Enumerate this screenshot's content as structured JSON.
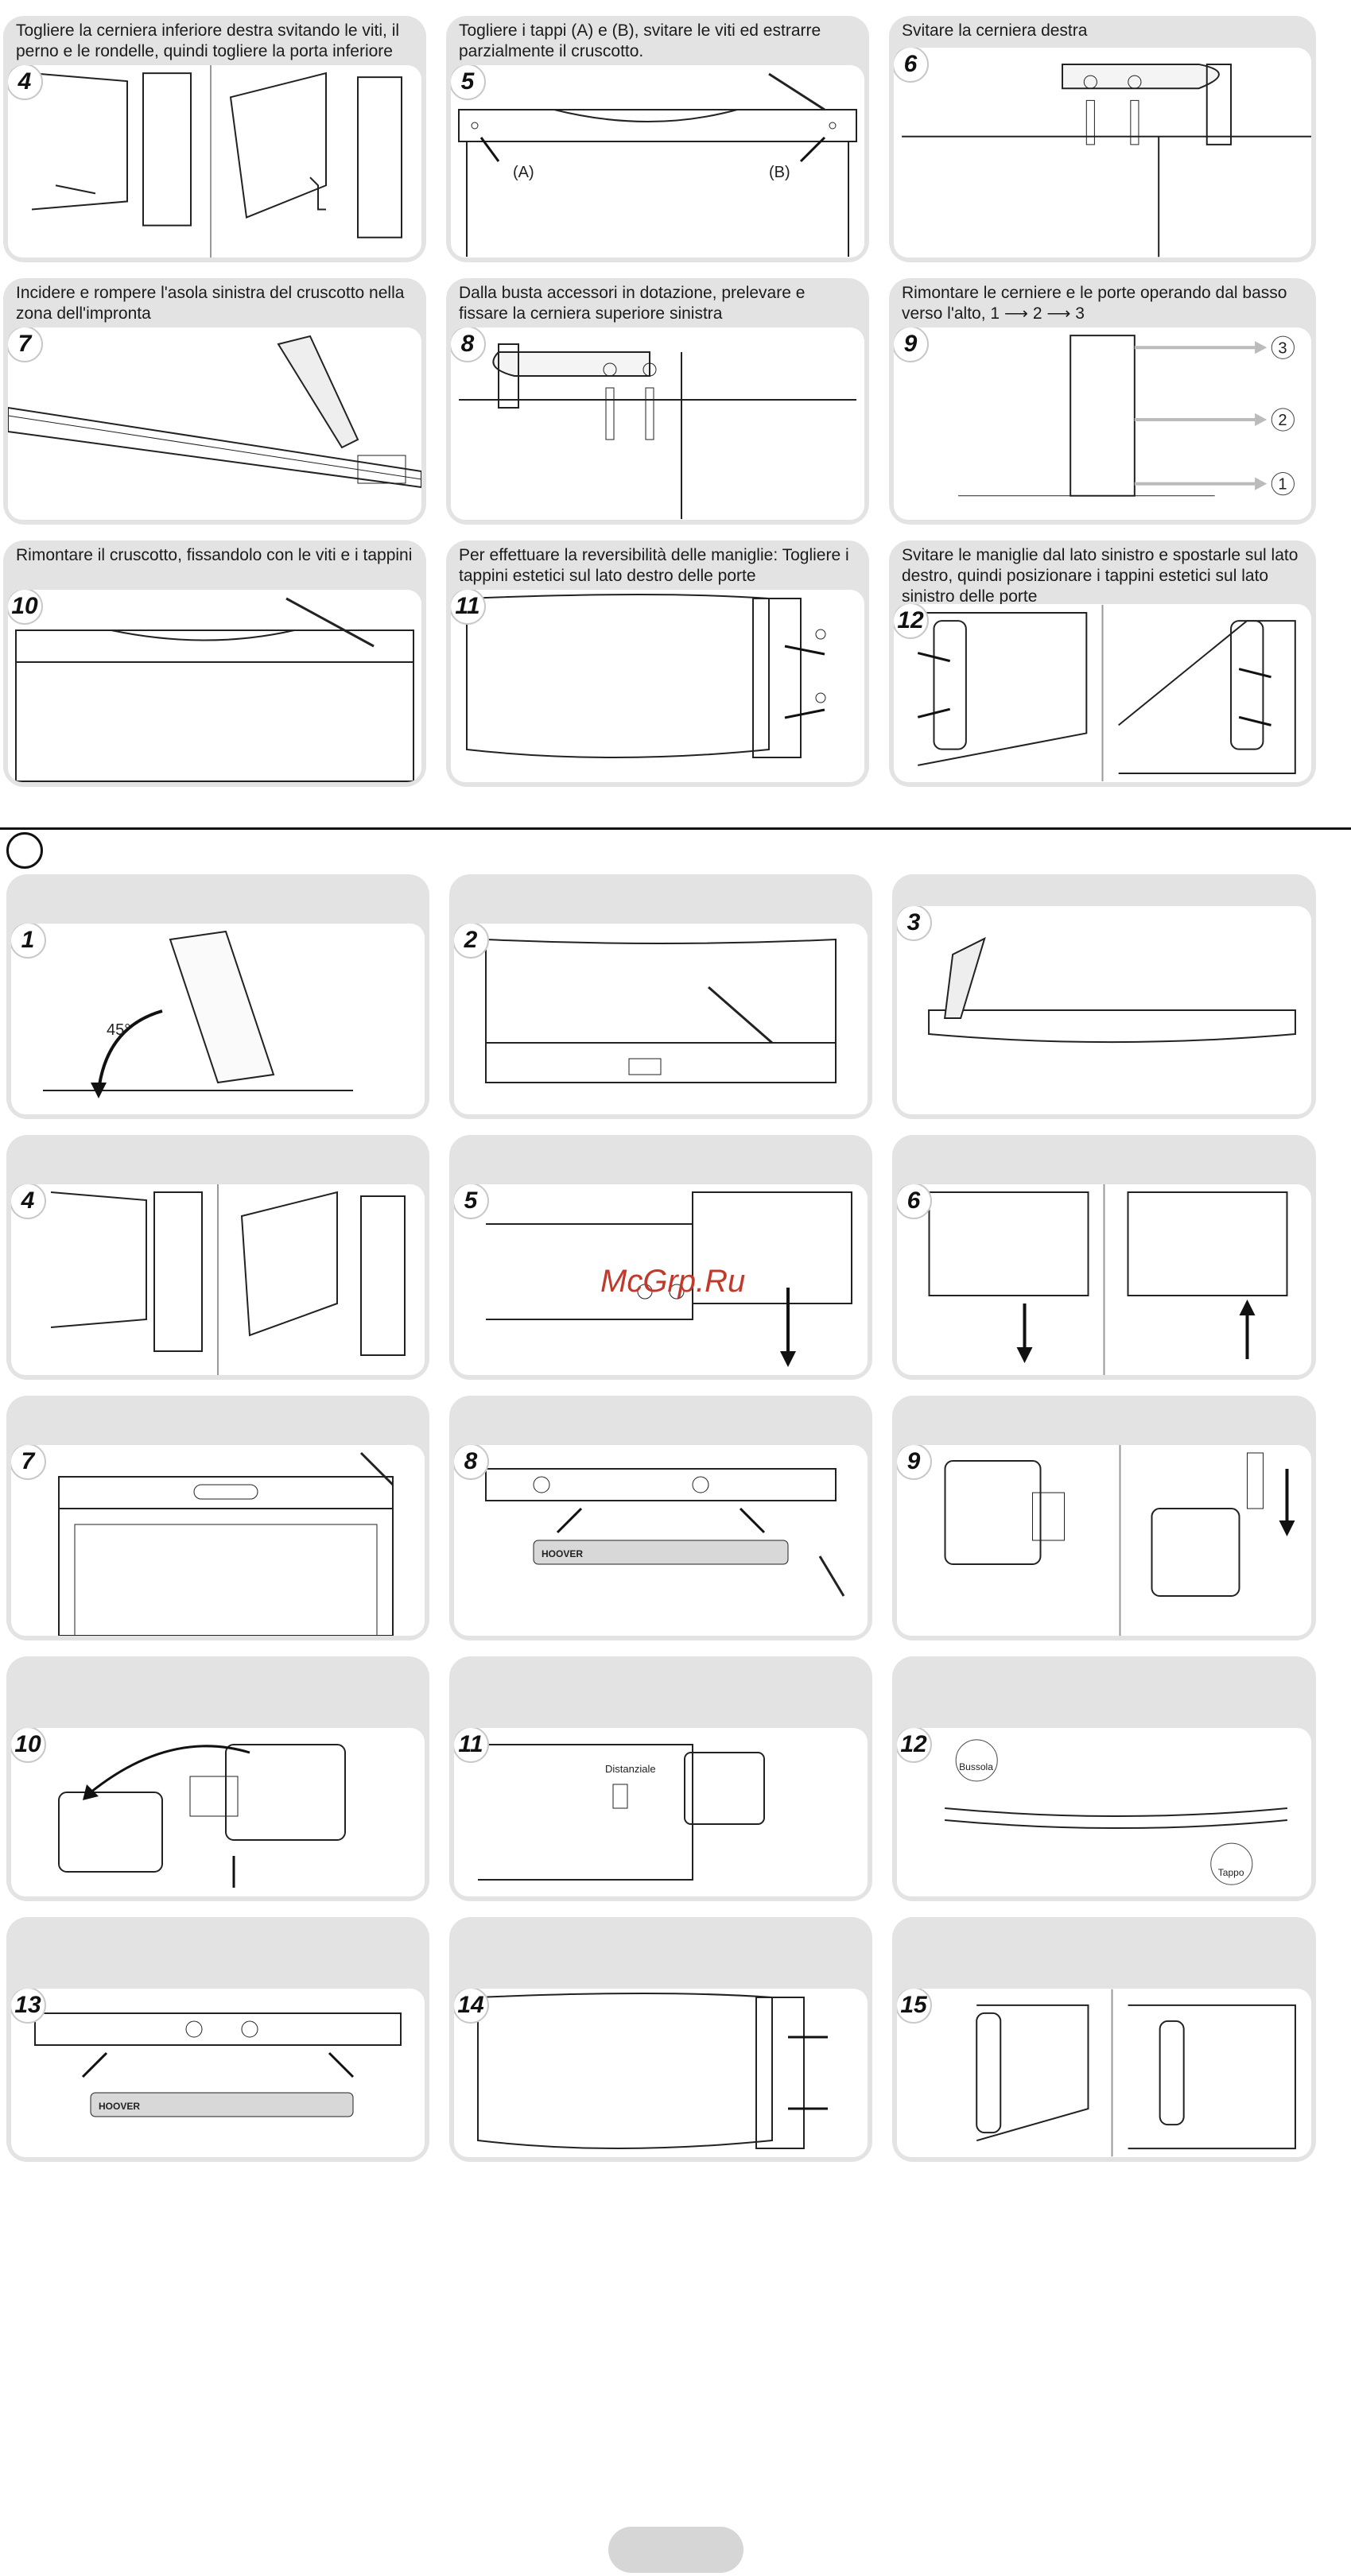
{
  "sections": {
    "top": [
      {
        "num": "4",
        "caption": "Togliere la cerniera inferiore destra svitando le viti, il perno e le rondelle, quindi togliere la porta inferiore"
      },
      {
        "num": "5",
        "caption": "Togliere i tappi (A) e (B), svitare le viti ed estrarre parzialmente il cruscotto.",
        "labels": {
          "a": "(A)",
          "b": "(B)"
        }
      },
      {
        "num": "6",
        "caption": "Svitare la cerniera destra"
      },
      {
        "num": "7",
        "caption": "Incidere e rompere l'asola sinistra del cruscotto nella zona dell'impronta"
      },
      {
        "num": "8",
        "caption": "Dalla busta accessori in dotazione, prelevare e fissare la cerniera superiore sinistra"
      },
      {
        "num": "9",
        "caption": "Rimontare le cerniere e le porte operando dal basso verso l'alto, 1 ⟶ 2 ⟶ 3",
        "labels": {
          "one": "1",
          "two": "2",
          "three": "3"
        }
      },
      {
        "num": "10",
        "caption": "Rimontare il cruscotto, fissandolo con le viti e i tappini"
      },
      {
        "num": "11",
        "caption": "Per effettuare la reversibilità delle maniglie: Togliere i tappini estetici sul lato destro delle porte"
      },
      {
        "num": "12",
        "caption": "Svitare le maniglie dal lato sinistro e spostarle sul lato destro, quindi posizionare i tappini estetici sul lato sinistro delle porte"
      }
    ],
    "bottom": [
      {
        "num": "1",
        "angle_label": "45°"
      },
      {
        "num": "2"
      },
      {
        "num": "3"
      },
      {
        "num": "4"
      },
      {
        "num": "5"
      },
      {
        "num": "6"
      },
      {
        "num": "7"
      },
      {
        "num": "8",
        "brand": "HOOVER"
      },
      {
        "num": "9"
      },
      {
        "num": "10"
      },
      {
        "num": "11",
        "label": "Distanziale"
      },
      {
        "num": "12",
        "labels": {
          "bussola": "Bussola",
          "tappo": "Tappo"
        }
      },
      {
        "num": "13",
        "brand": "HOOVER"
      },
      {
        "num": "14"
      },
      {
        "num": "15"
      }
    ]
  },
  "watermark": "McGrp.Ru"
}
